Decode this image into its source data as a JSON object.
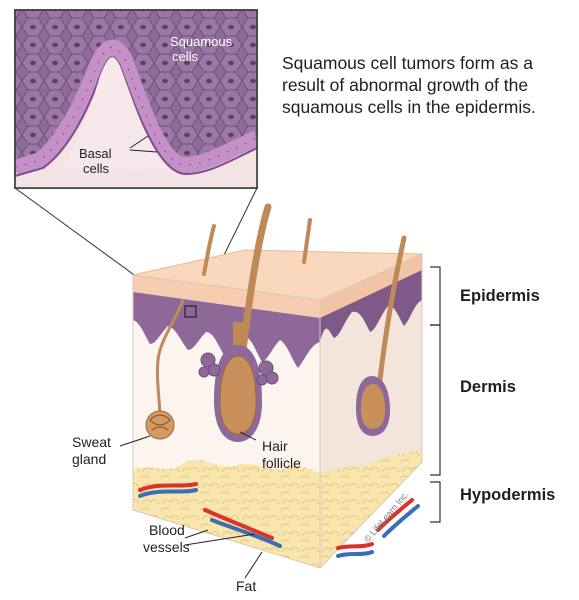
{
  "caption": "Squamous cell tumors form as a result of abnormal growth of the squamous cells in the epidermis.",
  "inset": {
    "squamous_label_line1": "Squamous",
    "squamous_label_line2": "cells",
    "basal_label_line1": "Basal",
    "basal_label_line2": "cells"
  },
  "layers": {
    "epidermis": "Epidermis",
    "dermis": "Dermis",
    "hypodermis": "Hypodermis"
  },
  "structures": {
    "sweat_gland_line1": "Sweat",
    "sweat_gland_line2": "gland",
    "hair_follicle_line1": "Hair",
    "hair_follicle_line2": "follicle",
    "blood_vessels_line1": "Blood",
    "blood_vessels_line2": "vessels",
    "fat": "Fat"
  },
  "credit": "© LifeLearn Inc.",
  "colors": {
    "epidermis_top": "#f8d2b4",
    "basal_purple": "#8a5f93",
    "inset_purple": "#9a72a0",
    "dermis": "#faf3ee",
    "dermis_side": "#f4e7df",
    "hair": "#c58d59",
    "fat": "#f7e3a8",
    "artery": "#d9342b",
    "vein": "#3a6fb5"
  }
}
